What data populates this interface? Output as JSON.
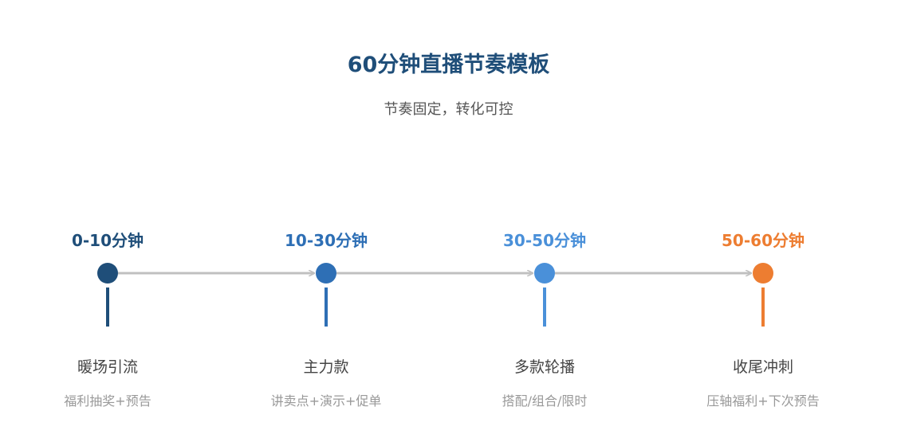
{
  "header": {
    "title": "60分钟直播节奏模板",
    "subtitle": "节奏固定，转化可控"
  },
  "stages": [
    {
      "time": "0-10分钟",
      "name": "暖场引流",
      "desc": "福利抽奖+预告",
      "color": "#1f4e79"
    },
    {
      "time": "10-30分钟",
      "name": "主力款",
      "desc": "讲卖点+演示+促单",
      "color": "#2e6fb5"
    },
    {
      "time": "30-50分钟",
      "name": "多款轮播",
      "desc": "搭配/组合/限时",
      "color": "#4a90d9"
    },
    {
      "time": "50-60分钟",
      "name": "收尾冲刺",
      "desc": "压轴福利+下次预告",
      "color": "#ed7d31"
    }
  ],
  "colors": {
    "connector": "#c0c0c0"
  }
}
